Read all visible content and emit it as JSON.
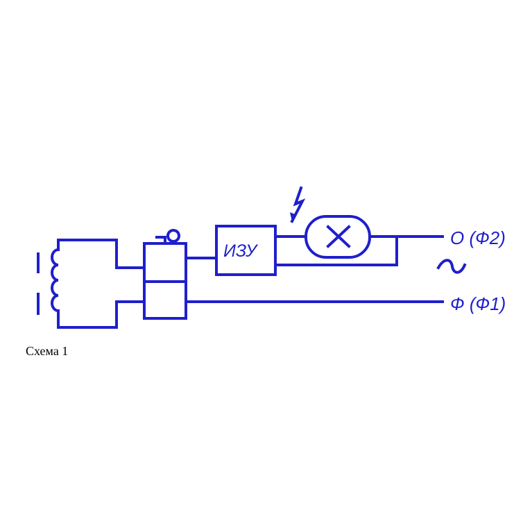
{
  "diagram": {
    "unit_label": "ИЗУ",
    "terminal_top_label": "O (Ф2)",
    "terminal_bottom_label": "Ф  (Ф1)",
    "ac_symbol": "~",
    "wire_color": "#1f1fcc"
  },
  "caption": "Схема 1"
}
